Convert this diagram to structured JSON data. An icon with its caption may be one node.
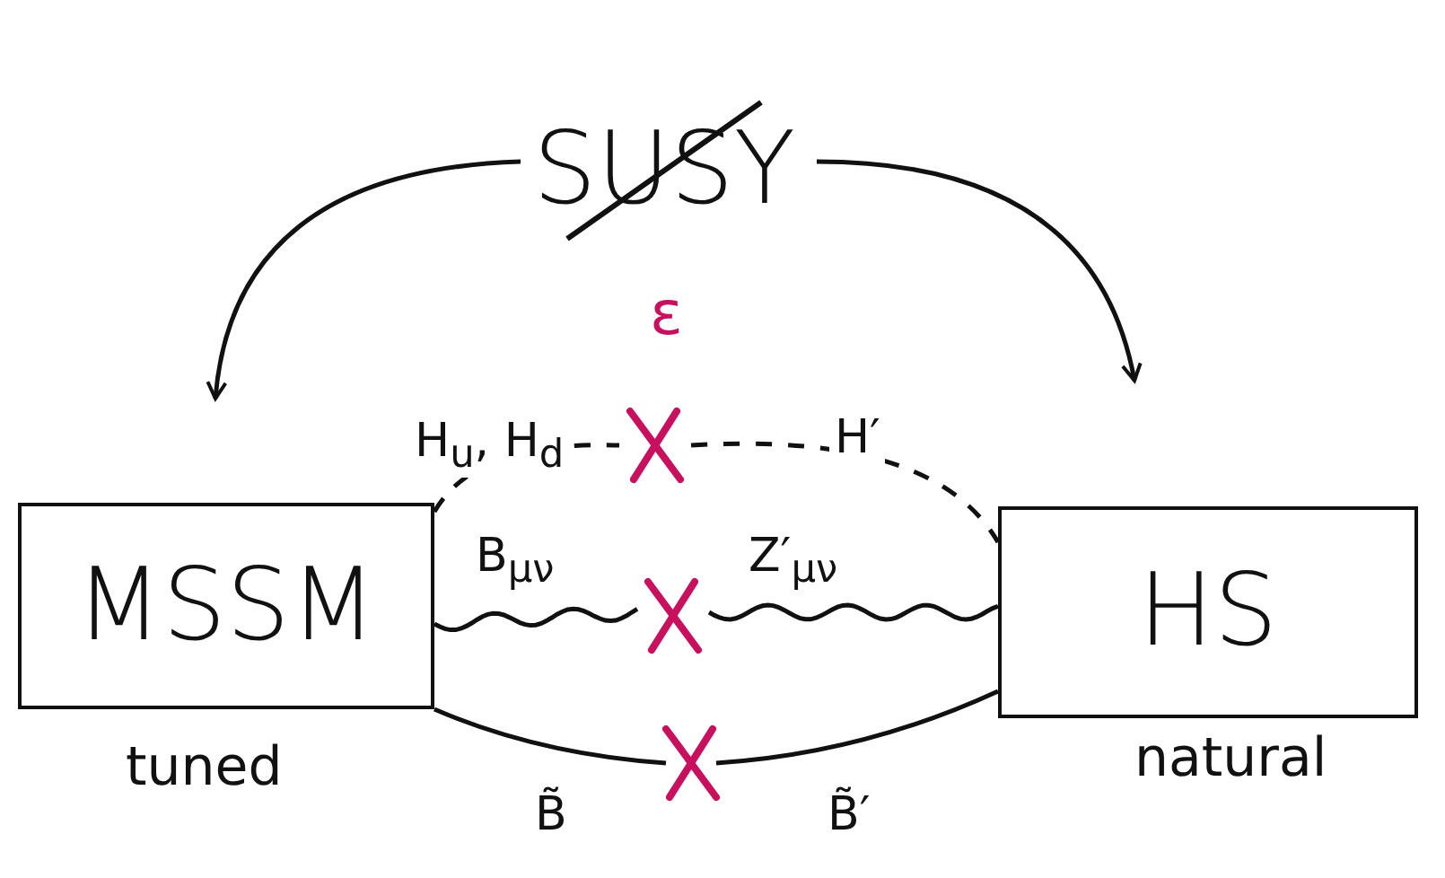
{
  "diagram": {
    "nodes": [
      {
        "text": [
          "SUSY"
        ]
      },
      {
        "text": [
          "MSSM"
        ],
        "beside": [
          "tuned"
        ]
      },
      {
        "text": [
          "HS"
        ],
        "beside": [
          "natural"
        ]
      },
      {
        "text": [],
        "shape": "cross",
        "beside": [
          "ε"
        ]
      },
      {
        "text": [],
        "shape": "cross"
      },
      {
        "text": [],
        "shape": "cross"
      }
    ],
    "edges": [
      {
        "from": 0,
        "to": 1,
        "arrow": "to"
      },
      {
        "from": 0,
        "to": 2,
        "arrow": "to"
      },
      {
        "from": 1,
        "to": 3,
        "arrow": "none",
        "style": "dashed",
        "label": "H$_{u}$, H$_{d}$"
      },
      {
        "from": 3,
        "to": 2,
        "arrow": "none",
        "style": "dashed",
        "label": "H′"
      },
      {
        "from": 1,
        "to": 4,
        "arrow": "none",
        "label": "B$_{μν}$"
      },
      {
        "from": 4,
        "to": 2,
        "arrow": "none",
        "label": "Z′$_{μν}$"
      },
      {
        "from": 1,
        "to": 5,
        "arrow": "none",
        "label": "B̃"
      },
      {
        "from": 5,
        "to": 2,
        "arrow": "none",
        "label": "B̃′"
      }
    ]
  }
}
